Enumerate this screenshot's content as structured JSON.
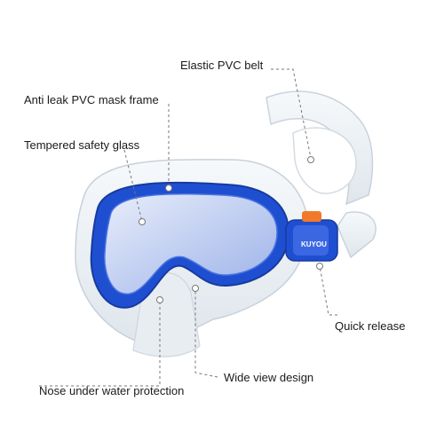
{
  "labels": {
    "belt": "Elastic PVC belt",
    "frame": "Anti leak PVC mask frame",
    "glass": "Tempered safety glass",
    "release": "Quick release",
    "view": "Wide view design",
    "nose": "Nose under water protection"
  },
  "brand": "KUYOU",
  "colors": {
    "frame_blue": "#1f4fd1",
    "clasp_orange": "#f07a2a",
    "clear_silicone": "#e9eef3",
    "leader_line": "#777777"
  }
}
